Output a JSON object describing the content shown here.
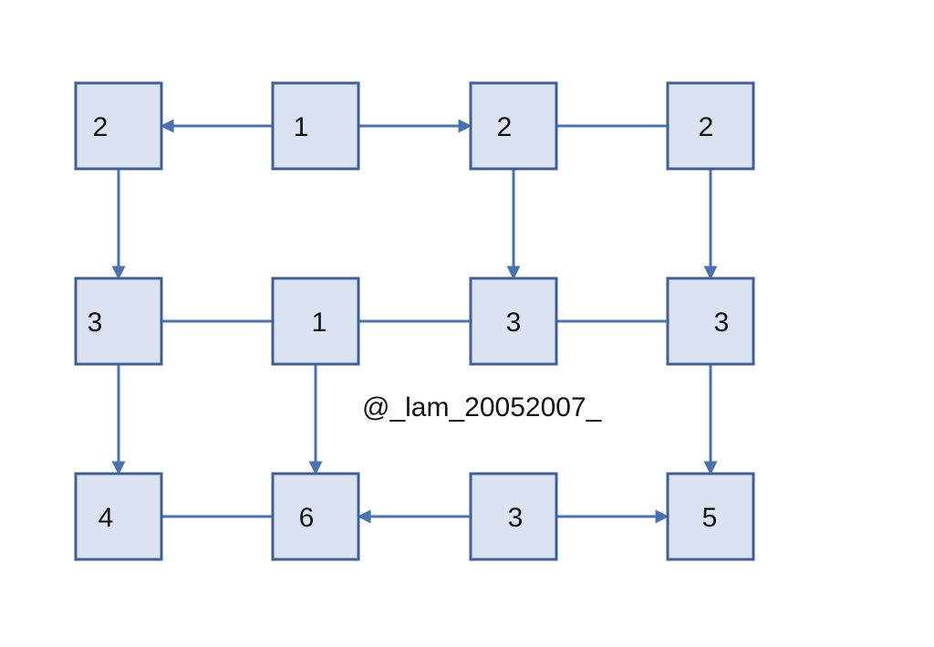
{
  "colors": {
    "node_fill": "#dbe3f3",
    "node_border": "#3f5f96",
    "edge": "#4a72b0",
    "text": "#111111",
    "background": "#ffffff"
  },
  "nodes": [
    {
      "id": "r1c1",
      "label": "2"
    },
    {
      "id": "r1c2",
      "label": "1"
    },
    {
      "id": "r1c3",
      "label": "2"
    },
    {
      "id": "r1c4",
      "label": "2"
    },
    {
      "id": "r2c1",
      "label": "3"
    },
    {
      "id": "r2c2",
      "label": "1"
    },
    {
      "id": "r2c3",
      "label": "3"
    },
    {
      "id": "r2c4",
      "label": "3"
    },
    {
      "id": "r3c1",
      "label": "4"
    },
    {
      "id": "r3c2",
      "label": "6"
    },
    {
      "id": "r3c3",
      "label": "3"
    },
    {
      "id": "r3c4",
      "label": "5"
    }
  ],
  "edges": [
    {
      "from": "r1c2",
      "to": "r1c1",
      "arrow": true
    },
    {
      "from": "r1c2",
      "to": "r1c3",
      "arrow": true
    },
    {
      "from": "r1c3",
      "to": "r1c4",
      "arrow": false
    },
    {
      "from": "r1c1",
      "to": "r2c1",
      "arrow": true
    },
    {
      "from": "r1c3",
      "to": "r2c3",
      "arrow": true
    },
    {
      "from": "r1c4",
      "to": "r2c4",
      "arrow": true
    },
    {
      "from": "r2c1",
      "to": "r2c2",
      "arrow": false
    },
    {
      "from": "r2c2",
      "to": "r2c3",
      "arrow": false
    },
    {
      "from": "r2c3",
      "to": "r2c4",
      "arrow": false
    },
    {
      "from": "r2c1",
      "to": "r3c1",
      "arrow": true
    },
    {
      "from": "r2c2",
      "to": "r3c2",
      "arrow": true
    },
    {
      "from": "r2c4",
      "to": "r3c4",
      "arrow": true
    },
    {
      "from": "r3c1",
      "to": "r3c2",
      "arrow": false
    },
    {
      "from": "r3c3",
      "to": "r3c2",
      "arrow": true
    },
    {
      "from": "r3c3",
      "to": "r3c4",
      "arrow": true
    }
  ],
  "watermark": "@_lam_20052007_"
}
